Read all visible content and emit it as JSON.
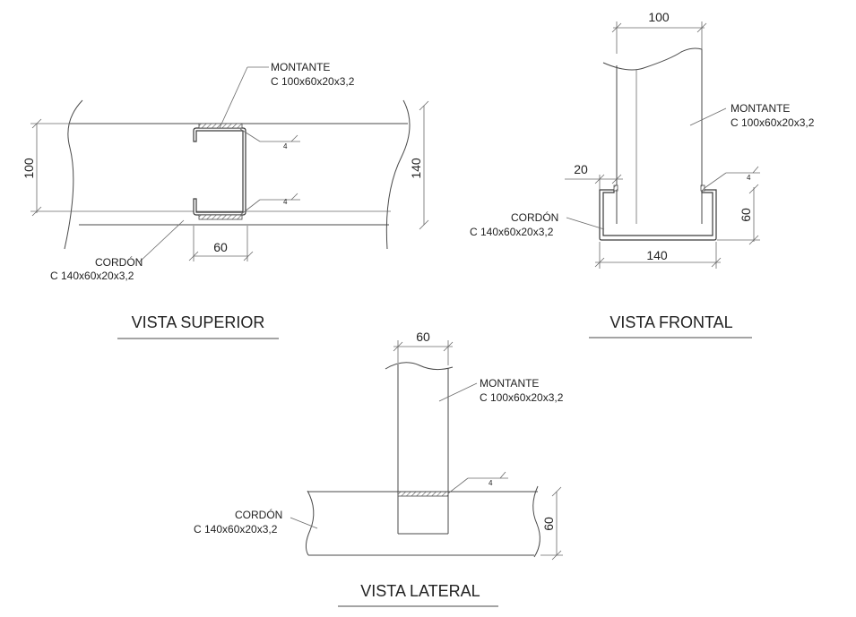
{
  "vista_superior": {
    "title": "VISTA SUPERIOR",
    "montante_name": "MONTANTE",
    "montante_spec": "C 100x60x20x3,2",
    "cordon_name": "CORDÓN",
    "cordon_spec": "C 140x60x20x3,2",
    "dim_left": "100",
    "dim_right": "140",
    "dim_bottom": "60",
    "weld_top": "4",
    "weld_bottom": "4"
  },
  "vista_frontal": {
    "title": "VISTA FRONTAL",
    "montante_name": "MONTANTE",
    "montante_spec": "C 100x60x20x3,2",
    "cordon_name": "CORDÓN",
    "cordon_spec": "C 140x60x20x3,2",
    "dim_top": "100",
    "dim_20": "20",
    "dim_right": "60",
    "dim_bottom": "140",
    "weld": "4"
  },
  "vista_lateral": {
    "title": "VISTA LATERAL",
    "montante_name": "MONTANTE",
    "montante_spec": "C 100x60x20x3,2",
    "cordon_name": "CORDÓN",
    "cordon_spec": "C 140x60x20x3,2",
    "dim_top": "60",
    "dim_right": "60",
    "weld": "4"
  }
}
